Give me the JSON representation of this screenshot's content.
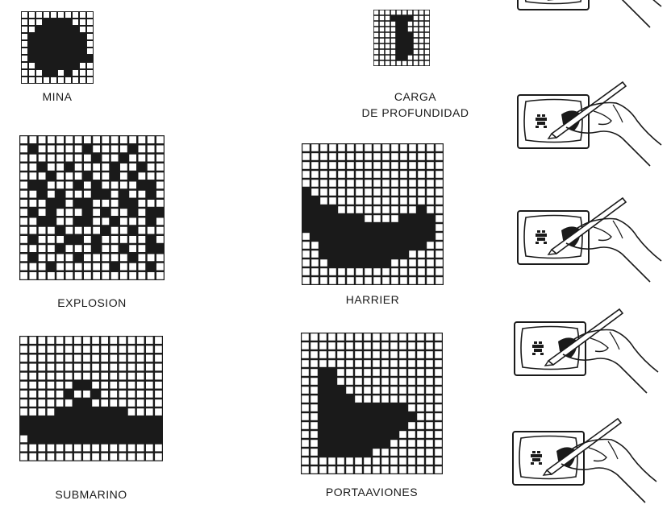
{
  "sprites": {
    "mina": {
      "label": "MINA",
      "rows": [
        "..........",
        "...####...",
        "..######..",
        ".########.",
        ".########.",
        ".########.",
        ".#########",
        "..######..",
        "...##.#...",
        ".........."
      ]
    },
    "carga": {
      "label_line1": "CARGA",
      "label_line2": "DE PROFUNDIDAD",
      "rows": [
        "..........",
        "...####...",
        "....##....",
        "....##....",
        "....###...",
        "....###...",
        "....###...",
        "....###...",
        "....##....",
        ".........."
      ]
    },
    "explosion": {
      "label": "EXPLOSION",
      "rows": [
        "................",
        ".#.....#....#...",
        "........#..#....",
        "..#..#....#..#..",
        "...#...#..#.#...",
        ".##...#.#....##.",
        "..#.#...##.#..#.",
        "...##.##...##...",
        ".#.#...#.#..#.##",
        "..##..##..#...#.",
        "....#....#..#...",
        ".#...##.#.....#.",
        "....#...#..#..##",
        ".#....#.....#...",
        "...#......#...#.",
        "................"
      ]
    },
    "harrier": {
      "label": "HARRIER",
      "rows": [
        "................",
        "................",
        "................",
        "................",
        "................",
        "#...............",
        "##..............",
        "####.........#..",
        "#######....####.",
        "###############.",
        ".##############.",
        "..############..",
        "..##########....",
        "...#######......",
        "................",
        "................"
      ]
    },
    "submarino": {
      "label": "SUBMARINO",
      "rows": [
        "................",
        "................",
        "................",
        "................",
        "................",
        "......##........",
        ".....#..#.......",
        "......##........",
        "....########....",
        "################",
        "################",
        ".###############",
        "................",
        "................"
      ]
    },
    "portaaviones": {
      "label": "PORTAAVIONES",
      "rows": [
        "................",
        "................",
        "................",
        "................",
        "..##............",
        "..##............",
        "..###...........",
        "..####..........",
        "..##########....",
        "..###########...",
        "..##########....",
        "..#########.....",
        "..########......",
        "..######........",
        "................",
        "................"
      ]
    }
  },
  "colors": {
    "ink": "#1a1a1a",
    "cell_fill": "#ffffff",
    "paper": "#ffffff"
  },
  "illustrations": [
    "hand-with-lightpen-on-screen",
    "hand-with-lightpen-on-screen",
    "hand-with-lightpen-on-screen",
    "hand-with-lightpen-on-screen",
    "hand-with-lightpen-on-screen"
  ]
}
